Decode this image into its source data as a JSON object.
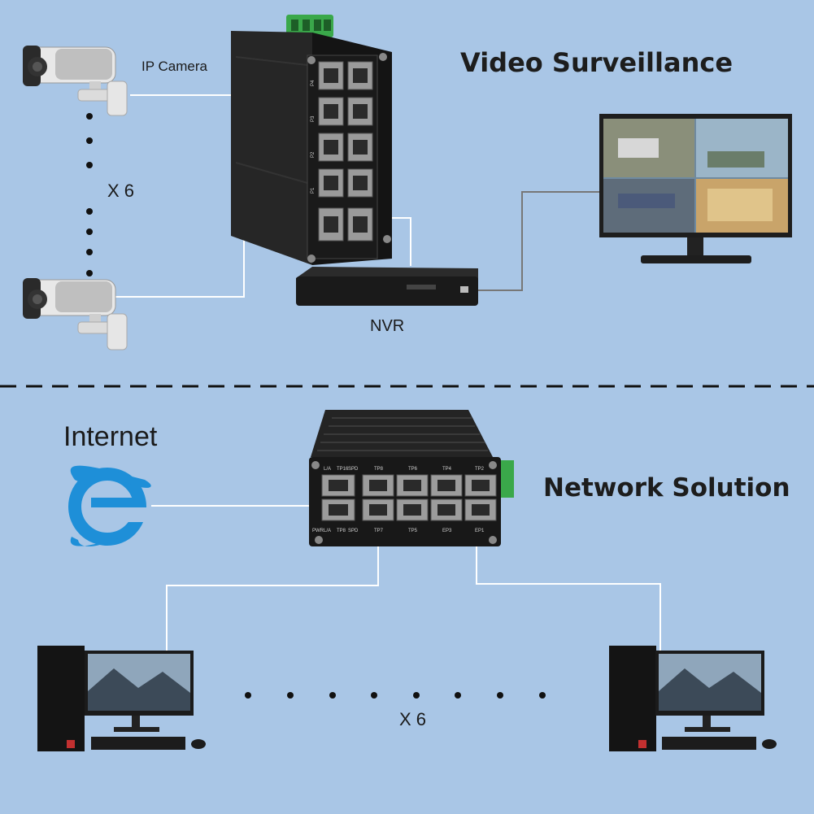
{
  "surveillance": {
    "title": "Video Surveillance",
    "camera_label": "IP Camera",
    "camera_multiplier": "X 6",
    "nvr_label": "NVR",
    "switch_port_labels": [
      "P4",
      "P3",
      "P2",
      "P1"
    ]
  },
  "network": {
    "title": "Network Solution",
    "internet_label": "Internet",
    "pc_multiplier": "X 6",
    "switch_top_labels": [
      "L/A",
      "TP16",
      "SPD",
      "TP8",
      "TP6",
      "TP4",
      "TP2"
    ],
    "switch_bottom_labels": [
      "PWR",
      "L/A",
      "TP8",
      "SPD",
      "TP7",
      "TP5",
      "EP3",
      "EP1"
    ]
  },
  "colors": {
    "background": "#a9c6e6",
    "connector_line": "#ffffff",
    "device_body": "#1b1b1b",
    "terminal_block": "#3aa84a",
    "ie_logo": "#1e8fd8"
  },
  "icons": [
    "ip-camera-icon",
    "ethernet-switch-icon",
    "nvr-icon",
    "monitor-icon",
    "internet-explorer-icon",
    "desktop-pc-icon"
  ]
}
